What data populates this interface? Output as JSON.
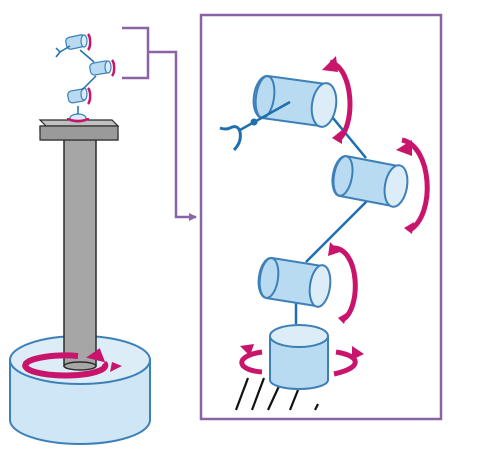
{
  "figure": {
    "description_colors": {
      "frame": "#8a63a6",
      "cylinder_fill": "#b9dbf2",
      "cylinder_end": "#dcedf8",
      "outline": "#3d80b8",
      "link": "#1d6fae",
      "rotation_arrow": "#c8156b",
      "pillar": "#a6a6a6",
      "pillar_outline": "#2b2b2b",
      "base_fill": "#cfe6f6"
    },
    "icons": {
      "detail_frame": "rectangle-frame",
      "callout": "bracket-connector-arrow",
      "robot_arm": "articulated-arm",
      "joint": "cylinder-joint",
      "rotation": "curved-arrow",
      "ground": "hatched-ground",
      "gripper": "claw-gripper"
    }
  }
}
